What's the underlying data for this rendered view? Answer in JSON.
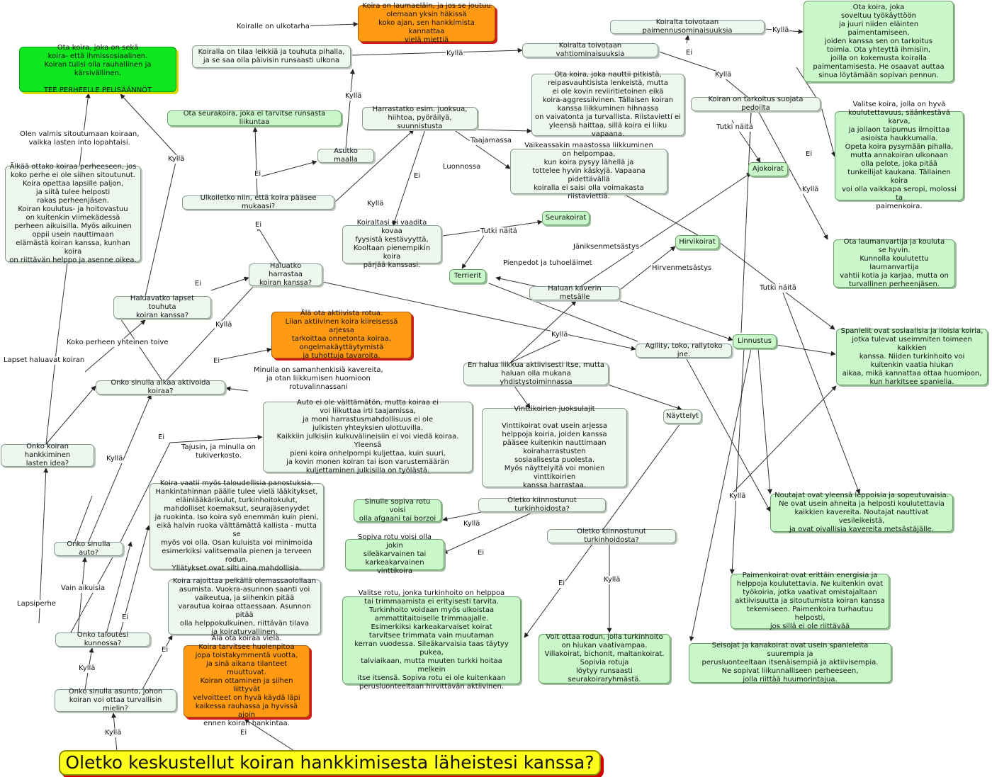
{
  "title": "Oletko keskustellut koiran hankkimisesta läheistesi kanssa?",
  "colors": {
    "question": "#eef6f0",
    "answer": "#c9f7c9",
    "warning": "#ff9a12",
    "family": "#10e61e",
    "title": "#ffff1a"
  },
  "nodes": {
    "family_rules": "Ota koira, joka on sekä\nkoira- että ihmissosiaalinen.\nKoiran tulisi olla rauhallinen ja kärsivällinen.\n\nTEE PERHEELLE PELISÄÄNNÖT",
    "ulkotarha_warning": "Koira on laumaeläin, ja jos se joutuu\nolemaan yksin häkissä\nkoko ajan, sen hankkimista kannattaa\nvielä miettiä",
    "tilaa_leikkia": "Koiralla on tilaa leikkiä ja touhuta pihalla,\nja se saa olla päivisin runsaasti ulkona",
    "paimennus": "Koiralta toivotaan paimennusominaisuuksia",
    "paimenkoira_advice": "Ota koira, joka\nsoveltuu työkäyttöön\nja juuri niiden eläinten\npaimentamiseen,\njoiden kanssa sen on tarkoitus\ntoimia. Ota yhteyttä ihmisiin,\njoilla on kokemusta koiralla\npaimentamisesta. He osaavat auttaa\nsinua löytämään sopivan pennun.",
    "vahti": "Koiralta toivotaan vahtiominaisuuksia",
    "suojata": "Koiran on tarkoitus suojata pedoilta",
    "suojelu_advice": "Valitse koira, jolla on hyvä\nkoulutettavuus, säänkestävä karva,\nja jollaon taipumus ilmoittaa\nasioista haukkumalla.\nOpeta koira pysymään pihalla,\nmutta annakoiran ulkonaan\nolla pelote, joka pitää\ntunkeilijat kaukana. Tällainen koira\nvoi olla vaikkapa seropi, molossi ta\npaimenkoira.",
    "laumanvartija": "Ota laumanvartija ja kouluta\nse hyvin.\nKunnolla koulutettu laumanvartija\nvahtii kotia ja karjaa, mutta on\nturvallinen perheenjäsen.",
    "seurakoira_ota": "Ota seurakoira, joka ei tarvitse runsasta liikuntaa",
    "asutko_maalla": "Asutko maalla",
    "harrastatko": "Harrastatko esim. juoksua,\nhiihtoa, pyöräilyä, suunnistusta",
    "pitkat_lenkit": "Ota koira, joka nauttii pitkistä,\nreipasvauhtisista lenkeistä, mutta\nei ole kovin reviiritietoinen eikä\nkoira-aggressiivinen. Tällaisen koiran\nkanssa liikkuminen hihnassa\non vaivatonta ja turvallista. Riistaviettí ei\nyleensä haittaa, sillä koira ei liiku vapaana.",
    "ajokoirat": "Ajokoirat",
    "maasto": "Vaikeassakin maastossa liikkuminen\non helpompaa,\nkun koira pysyy lähellä ja\ntottelee hyvin käskyjä. Vapaana pidettävällä\nkoiralla ei saisi olla voimakasta riistaviettiä.",
    "ulkoiletko": "Ulkoiletko niin, että koira pääsee mukaasi?",
    "ei_kovaa": "Koiraltasi ei vaadita kovaa\nfyysistä kestävyyttä,\nKooltaan pienempikin koira\npärjää kanssasi.",
    "seurakoirat": "Seurakoirat",
    "hirvikoirat": "Hirvikoirat",
    "terrierit": "Terrierit",
    "kaveri_metsa": "Haluan kaverin metsälle",
    "haluatko_harrastaa": "Haluatko harrastaa\nkoiran kanssa?",
    "alkaa_ottako": "Älkää ottako koiraa perheeseen, jos\nkoko perhe ei ole siihen sitoutunut.\nKoira opettaa lapsille paljon,\nja siitä tulee helposti\nrakas perheenjäsen.\nKoiran koulutus- ja hoitovastuu\non kuitenkin viimekädessä\nperheen aikuisilla. Myös aikuinen\noppii usein nauttimaan\nelämästä koiran kanssa, kunhan koira\non riittävän helppo ja asenne oikea.",
    "lapset_touhuta": "Haluavatko lapset touhuta\nkoiran kanssa?",
    "aktiivinen_rotu": "Älä ota aktiivista rotua.\nLiian aktiivinen koira kiireisessä arjessa\ntarkoittaa onnetonta koiraa,\nongelmakäyttäytymistä\nja tuhottuja tavaroita.",
    "agility": "Agility, toko, rallytoko jne.",
    "linnustus": "Linnustus",
    "spanielit": "Spanielit ovat sosiaalisia ja iloisia koiria,\njotka tulevat useimmiten toimeen kaikkien\nkanssa. Niiden turkinhoito voi\nkuitenkin vaatia hiukan\naikaa, mikä kannattaa ottaa huomioon,\nkun harkitsee spanielia.",
    "aikaa_aktivoida": "Onko sinulla aikaa aktivoida koiraa?",
    "en_halua_liikkua": "En halua liikkua aktiivisesti itse, mutta\nhaluan olla mukana yhdistystoiminnassa",
    "nayttelyt": "Näyttelyt",
    "auto_ei": "Auto ei ole välttämätön, mutta koiraa ei\nvoi liikuttaa irti taajamissa,\nja moni harrastusmahdollisuus ei ole\njulkisten yhteyksien ulottuvilla.\nKaikkiin julkisiin kulkuvälineisiin ei voi viedä koiraa. Yleensä\npieni koira onhelpompi kuljettaa, kuin suuri,\nja kovin monen koiran tai ison varustemäärän\nkuljettaminen julkisilla on työlästä.",
    "vinttikoirat": "Vinttikoirien juoksulajit\n\nVinttikoirat ovat usein arjessa\nhelppoja koiria, joiden kanssa\npääsee kuitenkin nauttimaan\nkoiraharrastusten\nsosiaalisesta puolesta.\nMyös näyttelyitä voi monien vinttikoirien\nkanssa harrastaa.",
    "hankkiminen_idea": "Onko koiran hankkiminen\nlasten idea?",
    "taloudellisia": "Koira vaatii myös taloudellisia panostuksia.\nHankintahinnan päälle tulee vielä lääkitykset,\neläinlääkärikulut, turkinhoitokulut,\nmahdolliset koemaksut, seurajäsenyydet\nja ruokinta. Iso koira syö enemmän kuin pieni,\neikä halvin ruoka välttämättä kallista - mutta se\nmyös voi olla. Osan kuluista voi minimoida\nesimerkiksi valitsemalla pienen ja terveen rodun.\nYllätykset ovat silti aina mahdollisia.",
    "turkinhoidosta_1": "Oletko kiinnostunut turkinhoidosta?",
    "afgaani": "Sinulle sopiva rotu voisi\nolla afgaani tai borzoi",
    "karkeakarvainen": "Sopiva rotu voisi olla jokin\nsileäkarvainen tai\nkarkeakarvainen vinttikoira",
    "noutajat": "Noutajat ovat yleensä leppoisia ja sopeutuvaisia.\nNe ovat usein ahneita ja helposti koulutettavia\nkaikkien kavereita. Noutajat nauttivat vesileikeistä,\nja ovat oivallisia kavereita metsästäjälle.",
    "onko_auto": "Onko sinulla auto?",
    "turkinhoidosta_2": "Oletko kiinnostunut turkinhoidosta?",
    "rajoittaa": "Koira rajoittaa pelkällä olemassaolollaan\nasumista. Vuokra-asunnon saanti voi\nvaikeutua, ja siihenkin pitää\nvarautua koiraa ottaessaan. Asunnon pitää\nolla helppokulkuinen, riittävän tilava\nja koiraturvallinen.",
    "paimenkoirat": "Paimenkoirat ovat erittäin energisia ja\nhelppoja koulutettavia. Ne kuitenkin ovat\ntyökoiria, jotka vaativat omistajaltaan\naktiivisuutta ja sitoutumista koiran kanssa\ntekemiseen. Paimenkoira turhautuu helposti,\njos sillä ei ole riittävää",
    "talous_kunnossa": "Onko taloutesi kunnossa?",
    "valitse_rotu": "Valitse rotu, jonka turkinhoito on helppoa\ntai trimmaamista ei erityisesti tarvita.\nTurkinhoito voidaan myös ulkoistaa\nammattitaitoiselle trimmaajalle.\nEsimerkiksi karkeakarvaiset koirat\ntarvitsee trimmata vain muutaman\nkerran vuodessa. Sileäkarvaisia taas täytyy pukea,\ntalviaikaan, mutta muuten turkki hoitaa melkein\nitse itsensä. Sopiva rotu ei ole kuitenkaan\nperusluonteeltaan hirvittävän aktiivinen.",
    "hiukan_vaativampaa": "Voit ottaa rodun, jolla turkinhoito\non hiukan vaativampaa.\nVillakoirat, bichonit, maltankoirat.\nSopivia rotuja\nlöytyy runsaasti seurakoiraryhmästä.",
    "seisojat": "Seisojat ja kanakoirat ovat usein spanieleita suurempia ja\nperusluonteeltaan itsenäisempiä ja aktiivisempia.\nNe sopivat liikunnalliseen perheeseen,\njolla riittää huumorintajua.",
    "ala_ota_viela": "Älä ota koiraa vielä.\nKoira tarvitsee huolenpitoa\njopa toistakymmentä vuotta,\nja sinä aikana tilanteet muuttuvat.\nKoiran ottaminen ja siihen liittyvät\nvelvoitteet on hyvä käydä läpi\nkaikessa rauhassa ja hyvissä ajoin\nennen koiran hankintaa.",
    "asunto": "Onko sinulla asunto, johon\nkoiran voi ottaa turvallisin mielin?"
  },
  "labels": {
    "koiralle_ulkotarha": "Koiralle on ulkotarha",
    "kylla": "Kyllä",
    "ei": "Ei",
    "taajamassa": "Taajamassa",
    "luonnossa": "Luonnossa",
    "tutki_naita": "Tutki näitä",
    "olen_valmis": "Olen valmis sitoutumaan koiraan,\nvaikka lasten into lopahtaisi.",
    "janiksenmetsastys": "Jäniksenmetsästys",
    "pienpedot": "Pienpedot ja tuhoeläimet",
    "hirvenmetsastys": "Hirvenmetsästys",
    "koko_perheen": "Koko perheen yhteinen toive",
    "lapset_haluavat": "Lapset haluavat koiran",
    "samanhenkisia": "Minulla on samanhenkisiä kavereita,\nja otan liikkumisen huomioon\nrotuvalinnassani",
    "tajusin": "Tajusin, ja minulla on\ntukiverkosto.",
    "vain_aikuisia": "Vain aikuisia",
    "lapsiperhe": "Lapsiperhe"
  }
}
